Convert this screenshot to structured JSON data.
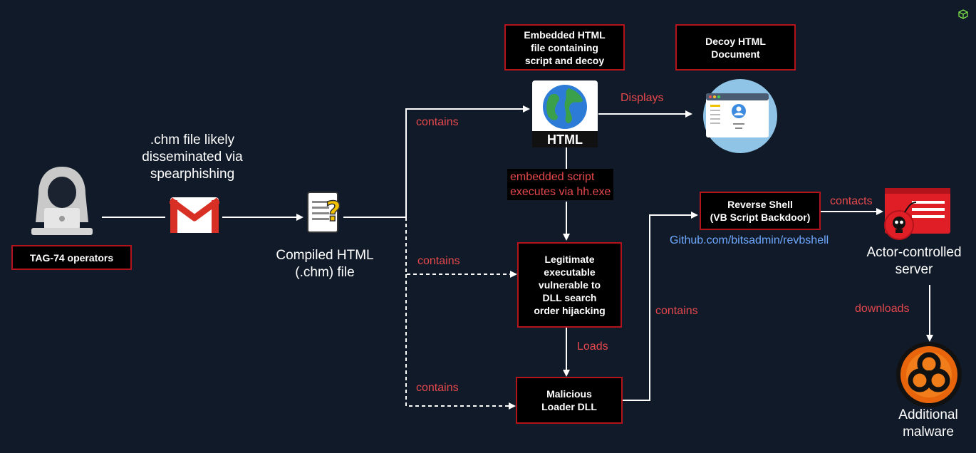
{
  "actor": {
    "label": "TAG-74 operators",
    "icon": "hacker-icon"
  },
  "email": {
    "caption": ".chm file likely\ndisseminated via\nspearphishing",
    "icon": "gmail-icon"
  },
  "chm": {
    "caption": "Compiled HTML\n(.chm) file",
    "icon": "chm-file-icon"
  },
  "html_file": {
    "box": "Embedded HTML\nfile containing\nscript and decoy",
    "icon_label": "HTML",
    "icon": "html-globe-icon"
  },
  "decoy": {
    "box": "Decoy HTML\nDocument",
    "icon": "browser-document-icon"
  },
  "exec_note": "embedded script\nexecutes via hh.exe",
  "legit_exe": {
    "box": "Legitimate\nexecutable\nvulnerable to\nDLL search\norder hijacking"
  },
  "loader": {
    "box": "Malicious\nLoader DLL"
  },
  "revshell": {
    "box": "Reverse Shell\n(VB Script Backdoor)",
    "link": "Github.com/bitsadmin/revbshell"
  },
  "server": {
    "caption": "Actor-controlled\nserver",
    "icon": "malicious-server-icon"
  },
  "malware": {
    "caption": "Additional\nmalware",
    "icon": "biohazard-icon"
  },
  "edges": {
    "contains_html": "contains",
    "displays": "Displays",
    "contains_exe": "contains",
    "contains_dll": "contains",
    "loads": "Loads",
    "contains_shell": "contains",
    "contacts": "contacts",
    "downloads": "downloads"
  },
  "colors": {
    "background": "#111a28",
    "accent_red": "#b3141c",
    "edge_label": "#e5484d",
    "link": "#6ea8ff"
  }
}
